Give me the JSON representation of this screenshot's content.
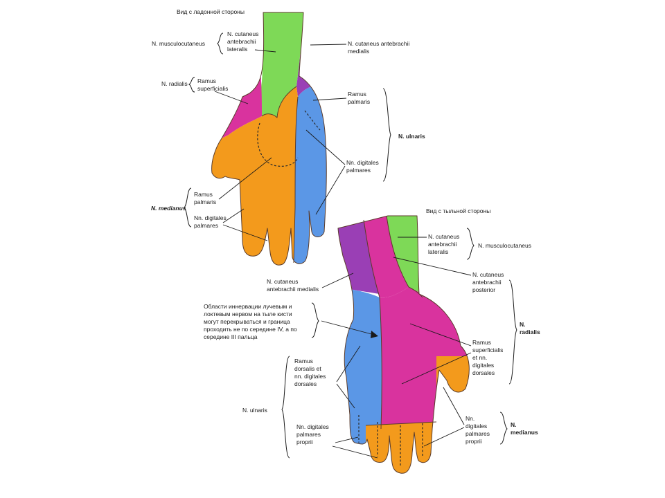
{
  "palmar": {
    "header": "Вид с ладонной стороны",
    "n_musculocutaneus": "N. musculocutaneus",
    "cut_lat": [
      "N. cutaneus",
      "antebrachii",
      "lateralis"
    ],
    "cut_med": [
      "N. cutaneus antebrachii",
      "medialis"
    ],
    "n_radialis": "N. radialis",
    "ramus_superficialis": [
      "Ramus",
      "superficialis"
    ],
    "ramus_palmaris_uln": [
      "Ramus",
      "palmaris"
    ],
    "n_ulnaris": "N. ulnaris",
    "digitales_uln": [
      "Nn. digitales",
      "palmares"
    ],
    "ramus_palmaris_med": [
      "Ramus",
      "palmaris"
    ],
    "n_medianus": "N. medianus",
    "digitales_med": [
      "Nn. digitales",
      "palmares"
    ]
  },
  "dorsal": {
    "header": "Вид с тыльной стороны",
    "cut_lat": [
      "N. cutaneus",
      "antebrachii",
      "lateralis"
    ],
    "n_musculocutaneus": "N. musculocutaneus",
    "cut_med": [
      "N. cutaneus",
      "antebrachii medialis"
    ],
    "cut_post": [
      "N. cutaneus",
      "antebrachii",
      "posterior"
    ],
    "note": [
      "Области иннервации лучевым и",
      "локтевым нервом на тыле кисти",
      "могут перекрываться и граница",
      "проходить не по середине IV, а по",
      "середине III пальца"
    ],
    "n_radialis": [
      "N.",
      "radialis"
    ],
    "ramus_superficialis": [
      "Ramus",
      "superficialis",
      "et nn.",
      "digitales",
      "dorsales"
    ],
    "ramus_dorsalis": [
      "Ramus",
      "dorsalis et",
      "nn. digitales",
      "dorsales"
    ],
    "n_ulnaris": "N. ulnaris",
    "digitales_propr_uln": [
      "Nn. digitales",
      "palmares",
      "proprii"
    ],
    "digitales_propr_med": [
      "Nn.",
      "digitales",
      "palmares",
      "proprii"
    ],
    "n_medianus": [
      "N.",
      "medianus"
    ]
  },
  "colors": {
    "musculocutaneus": "#7ed957",
    "cutaneus_medialis": "#9a3fb5",
    "radialis": "#d9339e",
    "medianus": "#f39a1c",
    "ulnaris": "#5b97e6",
    "outline": "#5a3b2a"
  }
}
